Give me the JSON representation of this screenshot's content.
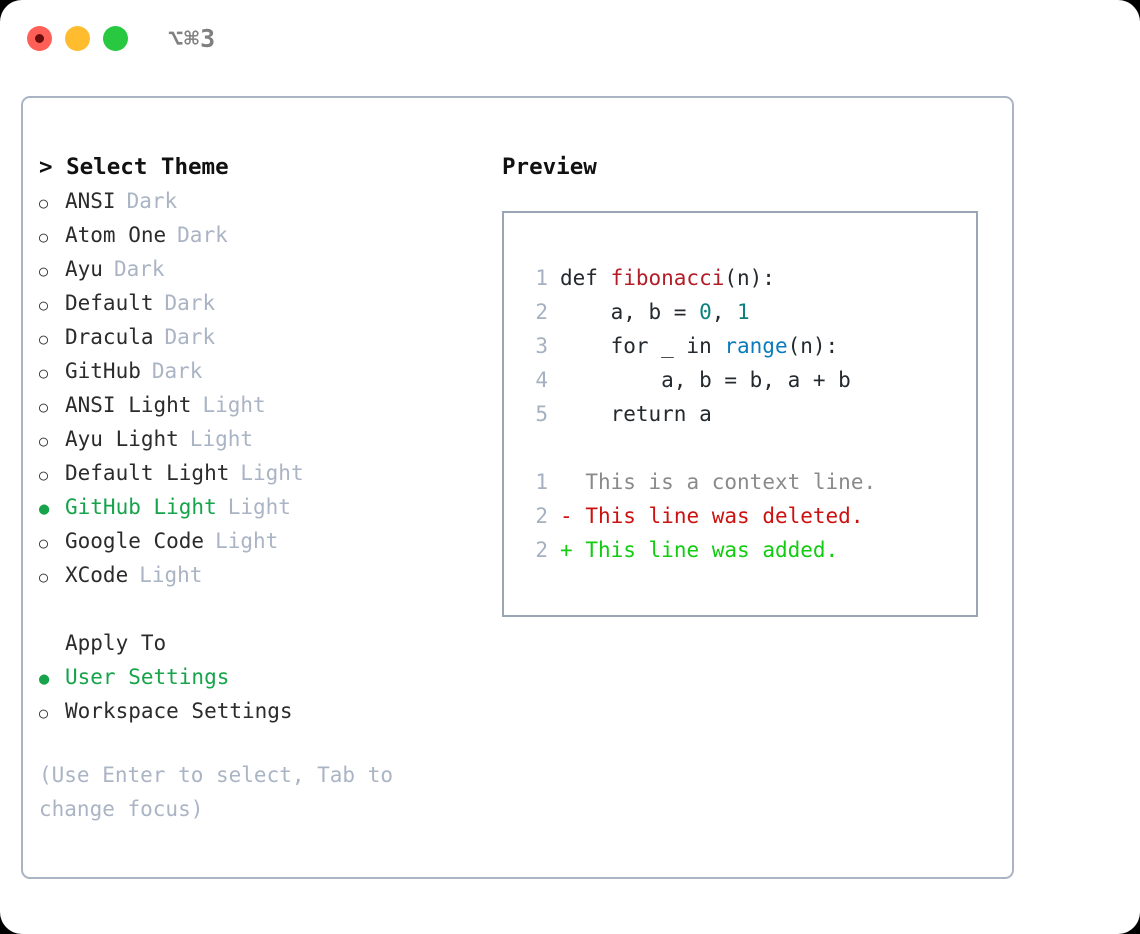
{
  "window": {
    "title": "⌥⌘3",
    "traffic_lights": [
      "close",
      "minimize",
      "maximize"
    ],
    "colors": {
      "close": "#ff5f57",
      "minimize": "#febc2e",
      "maximize": "#28c840",
      "accent_green": "#16a34a",
      "tag_gray": "#aab4c4",
      "panel_border": "#aab4c4",
      "preview_border": "#9aa5b5",
      "diff_added": "#11cc11",
      "diff_deleted": "#cc1111",
      "diff_context": "#8a8a8a"
    }
  },
  "theme_list": {
    "header": "> Select Theme",
    "items": [
      {
        "marker": "○",
        "label": "ANSI",
        "tag": "Dark",
        "selected": false
      },
      {
        "marker": "○",
        "label": "Atom One",
        "tag": "Dark",
        "selected": false
      },
      {
        "marker": "○",
        "label": "Ayu",
        "tag": "Dark",
        "selected": false
      },
      {
        "marker": "○",
        "label": "Default",
        "tag": "Dark",
        "selected": false
      },
      {
        "marker": "○",
        "label": "Dracula",
        "tag": "Dark",
        "selected": false
      },
      {
        "marker": "○",
        "label": "GitHub",
        "tag": "Dark",
        "selected": false
      },
      {
        "marker": "○",
        "label": "ANSI Light",
        "tag": "Light",
        "selected": false
      },
      {
        "marker": "○",
        "label": "Ayu Light",
        "tag": "Light",
        "selected": false
      },
      {
        "marker": "○",
        "label": "Default Light",
        "tag": "Light",
        "selected": false
      },
      {
        "marker": "●",
        "label": "GitHub Light",
        "tag": "Light",
        "selected": true
      },
      {
        "marker": "○",
        "label": "Google Code",
        "tag": "Light",
        "selected": false
      },
      {
        "marker": "○",
        "label": "XCode",
        "tag": "Light",
        "selected": false
      }
    ]
  },
  "apply_to": {
    "title": "Apply To",
    "items": [
      {
        "marker": "●",
        "label": "User Settings",
        "selected": true
      },
      {
        "marker": "○",
        "label": "Workspace Settings",
        "selected": false
      }
    ]
  },
  "hint": "(Use Enter to select, Tab to change focus)",
  "preview": {
    "header": "Preview",
    "code_lines": [
      {
        "num": "1",
        "tokens": [
          {
            "t": "def ",
            "c": "plain"
          },
          {
            "t": "fibonacci",
            "c": "fn"
          },
          {
            "t": "(n):",
            "c": "plain"
          }
        ]
      },
      {
        "num": "2",
        "tokens": [
          {
            "t": "    a, b = ",
            "c": "plain"
          },
          {
            "t": "0",
            "c": "num"
          },
          {
            "t": ", ",
            "c": "plain"
          },
          {
            "t": "1",
            "c": "num"
          }
        ]
      },
      {
        "num": "3",
        "tokens": [
          {
            "t": "    for _ in ",
            "c": "plain"
          },
          {
            "t": "range",
            "c": "call"
          },
          {
            "t": "(n):",
            "c": "plain"
          }
        ]
      },
      {
        "num": "4",
        "tokens": [
          {
            "t": "        a, b = b, a + b",
            "c": "plain"
          }
        ]
      },
      {
        "num": "5",
        "tokens": [
          {
            "t": "    return a",
            "c": "plain"
          }
        ]
      }
    ],
    "diff_lines": [
      {
        "num": "1",
        "sign": " ",
        "text": "This is a context line.",
        "kind": "ctx"
      },
      {
        "num": "2",
        "sign": "-",
        "text": "This line was deleted.",
        "kind": "del"
      },
      {
        "num": "2",
        "sign": "+",
        "text": "This line was added.",
        "kind": "add"
      }
    ]
  }
}
